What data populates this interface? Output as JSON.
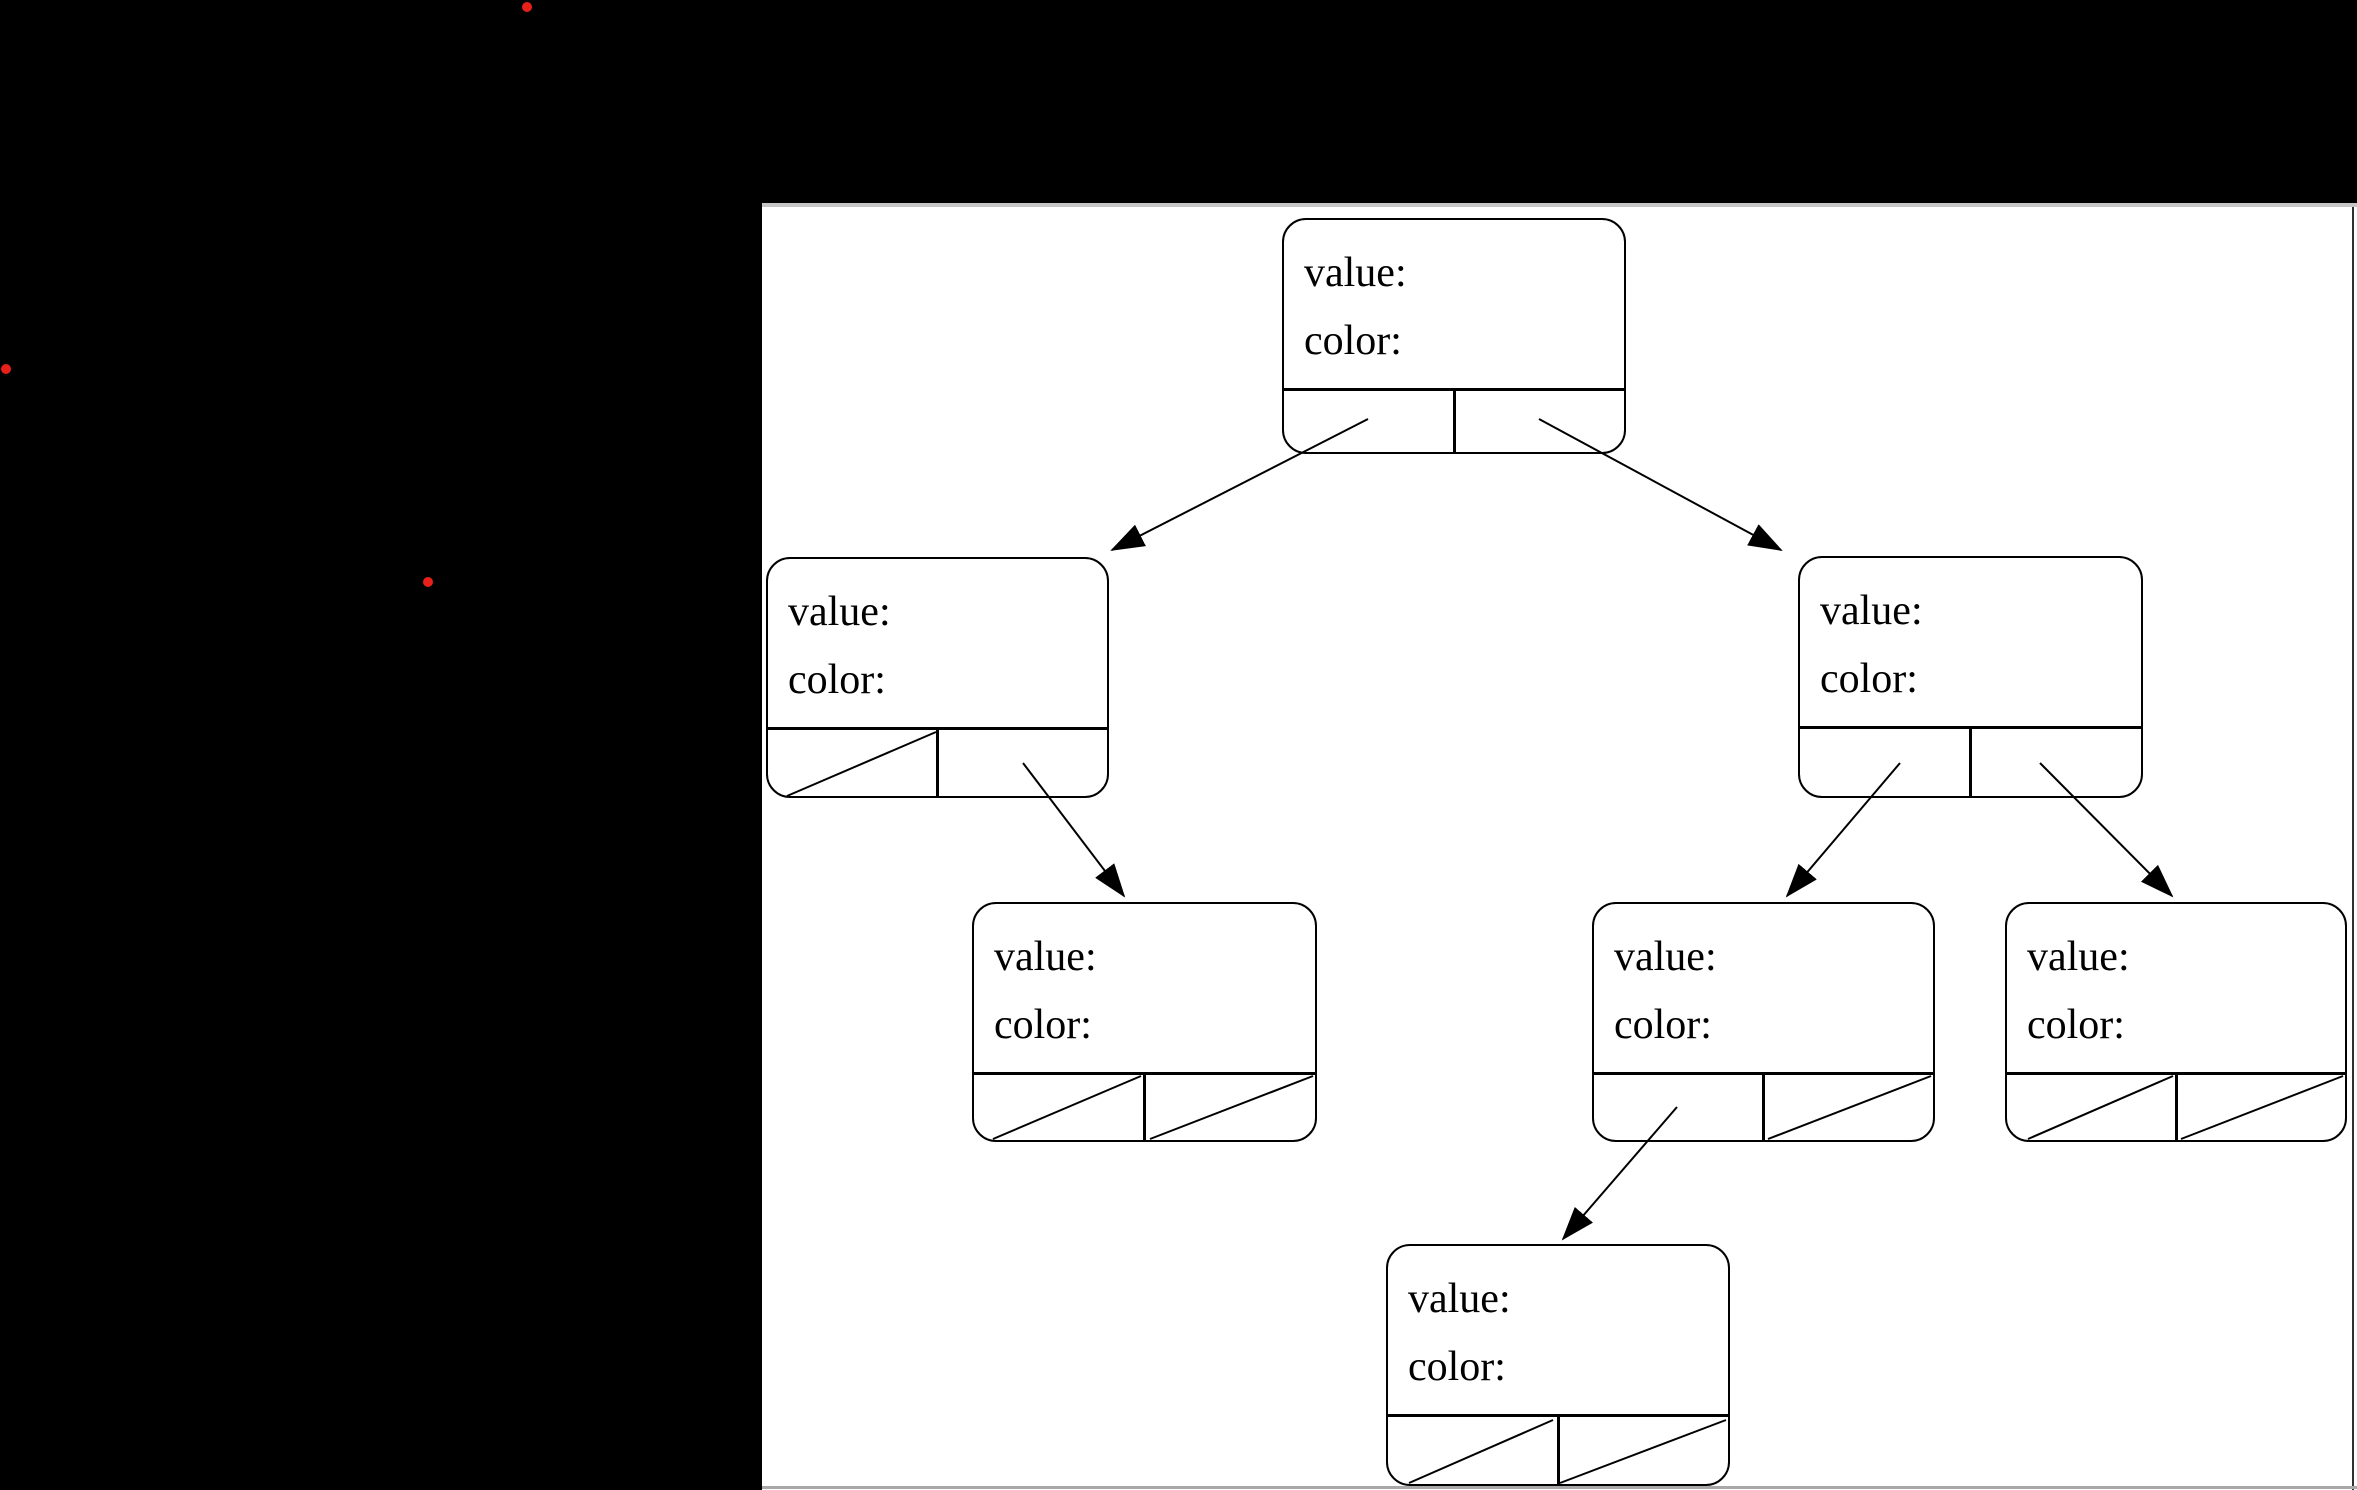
{
  "page": {
    "background": "#ffffff",
    "surround_background": "#000000"
  },
  "diagram": {
    "type": "binary-tree",
    "node_labels": {
      "value": "value:",
      "color": "color:"
    },
    "nodes": [
      {
        "id": "root",
        "value": "",
        "color": "",
        "left_child": "left-child",
        "right_child": "right-child",
        "left_null": false,
        "right_null": false
      },
      {
        "id": "left-child",
        "value": "",
        "color": "",
        "left_child": null,
        "right_child": "left-right",
        "left_null": true,
        "right_null": false
      },
      {
        "id": "right-child",
        "value": "",
        "color": "",
        "left_child": "right-left",
        "right_child": "right-right",
        "left_null": false,
        "right_null": false
      },
      {
        "id": "left-right",
        "value": "",
        "color": "",
        "left_child": null,
        "right_child": null,
        "left_null": true,
        "right_null": true
      },
      {
        "id": "right-left",
        "value": "",
        "color": "",
        "left_child": "right-left-left",
        "right_child": null,
        "left_null": false,
        "right_null": true
      },
      {
        "id": "right-right",
        "value": "",
        "color": "",
        "left_child": null,
        "right_child": null,
        "left_null": true,
        "right_null": true
      },
      {
        "id": "right-left-left",
        "value": "",
        "color": "",
        "left_child": null,
        "right_child": null,
        "left_null": true,
        "right_null": true
      }
    ],
    "line_color": "#000000"
  },
  "markers": {
    "dot_color": "#e8201a",
    "count": 3
  }
}
